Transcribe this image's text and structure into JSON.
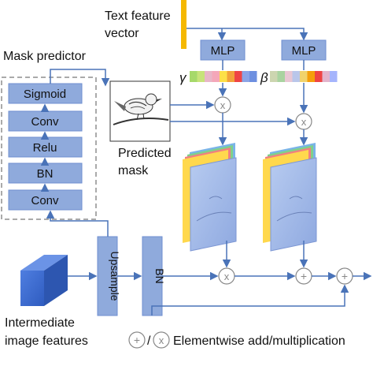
{
  "text_feature": {
    "label_line1": "Text feature",
    "label_line2": "vector"
  },
  "mask_predictor": {
    "title": "Mask predictor",
    "layers": [
      "Sigmoid",
      "Conv",
      "Relu",
      "BN",
      "Conv"
    ]
  },
  "predicted_mask": {
    "label_line1": "Predicted",
    "label_line2": "mask"
  },
  "mlp_left": {
    "label": "MLP"
  },
  "mlp_right": {
    "label": "MLP"
  },
  "gamma_label": "γ",
  "beta_label": "β",
  "gamma_colors": [
    "#a6d96a",
    "#c7e37a",
    "#e8b6c8",
    "#f4a7b9",
    "#fde047",
    "#f2a23a",
    "#ef4444",
    "#8aa4e6",
    "#6d8fe0"
  ],
  "beta_colors": [
    "#ccd5b0",
    "#a9d3a0",
    "#e9c7d4",
    "#b9c6ea",
    "#f1d36b",
    "#f59e0b",
    "#ef4444",
    "#e2b4cc",
    "#a5b4fc"
  ],
  "upsample": {
    "label": "Upsample"
  },
  "bn_block": {
    "label": "BN"
  },
  "intermediate": {
    "label_line1": "Intermediate",
    "label_line2": "image features"
  },
  "ops": {
    "multiply": "x",
    "add": "+"
  },
  "legend": {
    "separator": "/",
    "text": "Elementwise add/multiplication"
  },
  "colors": {
    "block_fill": "#8faadc",
    "block_stroke": "#6f8fd0",
    "arrow": "#4a73b8",
    "text_bar": "#f5b800",
    "cube": "#3f6fd0",
    "feature_map": "#9fb8e8"
  }
}
